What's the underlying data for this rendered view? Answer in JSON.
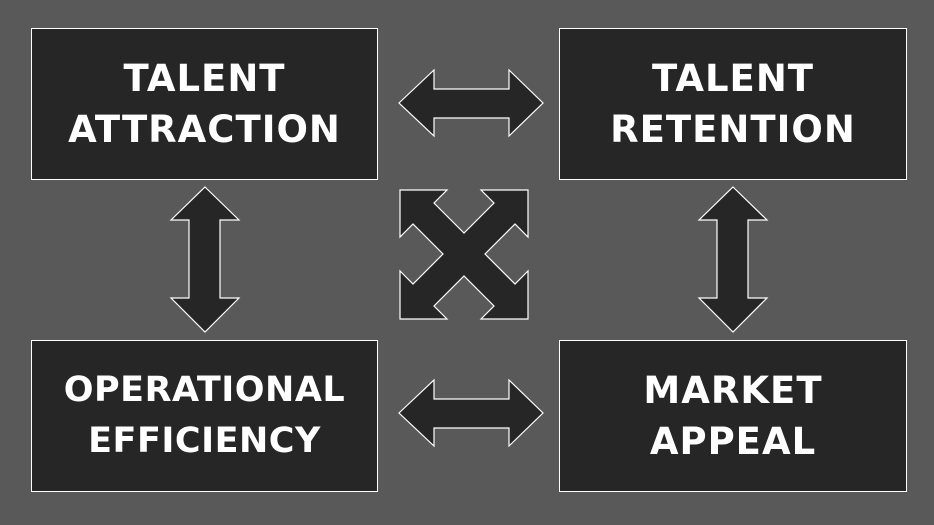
{
  "diagram": {
    "boxes": {
      "talent_attraction": {
        "line1": "TALENT",
        "line2": "ATTRACTION"
      },
      "talent_retention": {
        "line1": "TALENT",
        "line2": "RETENTION"
      },
      "operational_efficiency": {
        "line1": "OPERATIONAL",
        "line2": "EFFICIENCY"
      },
      "market_appeal": {
        "line1": "MARKET",
        "line2": "APPEAL"
      }
    },
    "colors": {
      "background": "#595959",
      "box_fill": "#262626",
      "outline": "#ffffff",
      "text": "#ffffff"
    }
  }
}
